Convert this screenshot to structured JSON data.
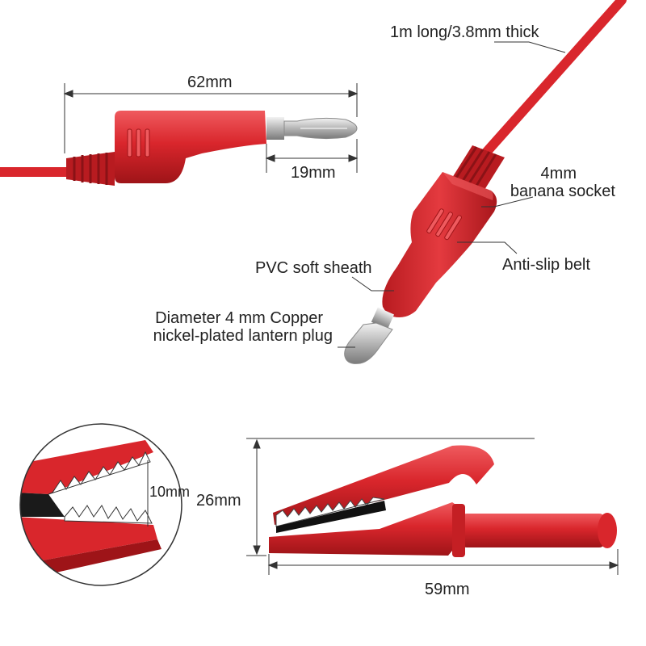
{
  "colors": {
    "plastic": "#d9262c",
    "plastic_dark": "#9e1418",
    "plastic_light": "#ef5a5e",
    "metal": "#c9c9c9",
    "metal_dark": "#7a7a7a",
    "line": "#333333",
    "background": "#ffffff"
  },
  "labels": {
    "cable_spec": "1m long/3.8mm thick",
    "plug_length": "62mm",
    "pin_length": "19mm",
    "socket_line1": "4mm",
    "socket_line2": "banana socket",
    "anti_slip": "Anti-slip belt",
    "sheath": "PVC soft sheath",
    "plug_line1": "Diameter 4 mm Copper",
    "plug_line2": "nickel-plated lantern plug",
    "jaw_opening": "10mm",
    "clip_height": "26mm",
    "clip_length": "59mm"
  }
}
